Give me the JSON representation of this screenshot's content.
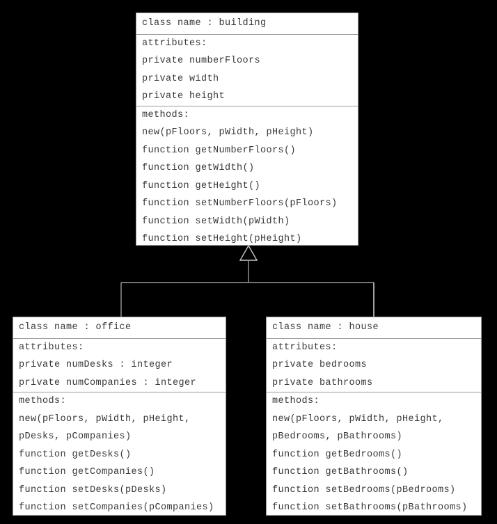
{
  "diagram": {
    "title": "UML class inheritance diagram",
    "background_color": "#000000",
    "box_fill_color": "#ffffff",
    "box_border_color": "#9a9a9a",
    "text_color": "#38383c",
    "relationship": "generalization"
  },
  "classes": {
    "parent": {
      "header": "class name : building",
      "attributes_label": "attributes:",
      "attributes": [
        "private numberFloors",
        "private width",
        "private height"
      ],
      "methods_label": "methods:",
      "methods": [
        "new(pFloors, pWidth, pHeight)",
        "function getNumberFloors()",
        "function getWidth()",
        "function getHeight()",
        "function setNumberFloors(pFloors)",
        "function setWidth(pWidth)",
        "function setHeight(pHeight)"
      ]
    },
    "child_left": {
      "header": "class name : office",
      "attributes_label": "attributes:",
      "attributes": [
        "private numDesks : integer",
        "private numCompanies : integer"
      ],
      "methods_label": "methods:",
      "methods": [
        "new(pFloors, pWidth, pHeight,",
        "pDesks, pCompanies)",
        "function getDesks()",
        "function getCompanies()",
        "function setDesks(pDesks)",
        "function setCompanies(pCompanies)"
      ]
    },
    "child_right": {
      "header": "class name : house",
      "attributes_label": "attributes:",
      "attributes": [
        "private bedrooms",
        "private bathrooms"
      ],
      "methods_label": "methods:",
      "methods": [
        "new(pFloors, pWidth, pHeight,",
        "pBedrooms, pBathrooms)",
        "function getBedrooms()",
        "function getBathrooms()",
        "function setBedrooms(pBedrooms)",
        "function setBathrooms(pBathrooms)"
      ]
    }
  }
}
